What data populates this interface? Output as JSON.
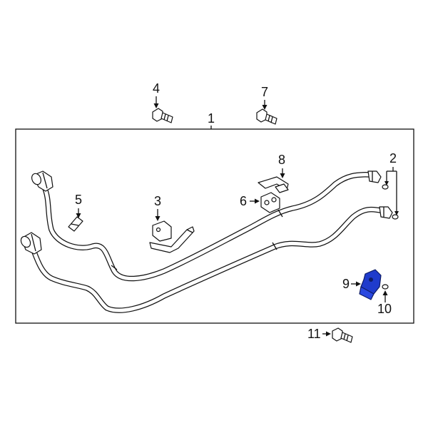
{
  "callouts": {
    "c1": "1",
    "c2": "2",
    "c3": "3",
    "c4": "4",
    "c5": "5",
    "c6": "6",
    "c7": "7",
    "c8": "8",
    "c9": "9",
    "c10": "10",
    "c11": "11"
  },
  "colors": {
    "line": "#111111",
    "highlight": "#1f3bcc",
    "background": "#ffffff"
  }
}
